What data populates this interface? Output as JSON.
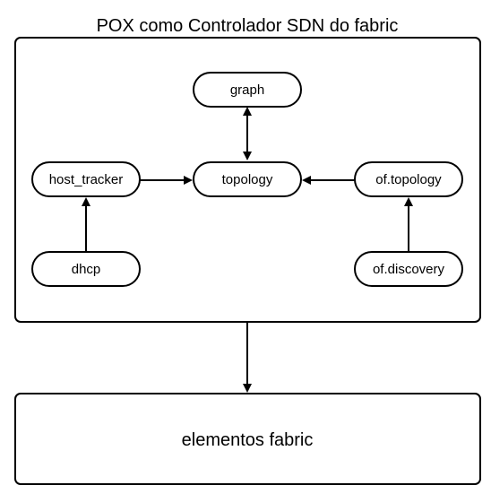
{
  "diagram": {
    "title": "POX como Controlador SDN do fabric",
    "controller_box": {
      "nodes": {
        "graph": "graph",
        "topology": "topology",
        "host_tracker": "host_tracker",
        "of_topology": "of.topology",
        "dhcp": "dhcp",
        "of_discovery": "of.discovery"
      },
      "edges": [
        {
          "from": "graph",
          "to": "topology",
          "direction": "both"
        },
        {
          "from": "host_tracker",
          "to": "topology",
          "direction": "forward"
        },
        {
          "from": "of_topology",
          "to": "topology",
          "direction": "forward"
        },
        {
          "from": "dhcp",
          "to": "host_tracker",
          "direction": "forward"
        },
        {
          "from": "of_discovery",
          "to": "of_topology",
          "direction": "forward"
        }
      ]
    },
    "fabric_box": {
      "label": "elementos fabric"
    },
    "link": {
      "from": "controller_box",
      "to": "fabric_box",
      "direction": "forward"
    },
    "colors": {
      "stroke": "#000000",
      "fill": "#ffffff",
      "text": "#000000"
    }
  }
}
